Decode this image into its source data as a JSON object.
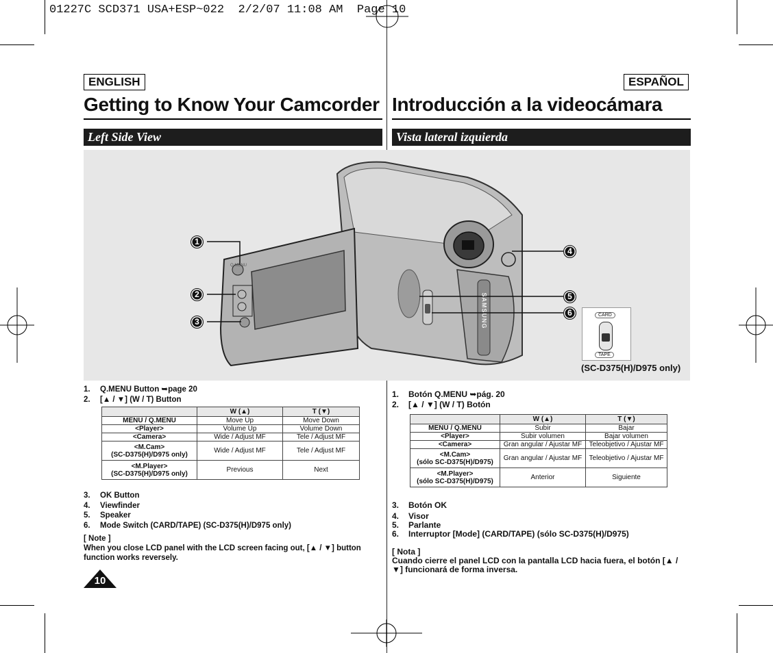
{
  "print_header": "01227C SCD371 USA+ESP~022  2/2/07 11:08 AM  Page 10",
  "lang_en": "ENGLISH",
  "lang_es": "ESPAÑOL",
  "title_en": "Getting to Know Your Camcorder",
  "title_es": "Introducción a la videocámara",
  "section_en": "Left Side View",
  "section_es": "Vista lateral izquierda",
  "figure": {
    "callouts": [
      "1",
      "2",
      "3",
      "4",
      "5",
      "6"
    ],
    "switch_card": "CARD",
    "switch_tape": "TAPE",
    "caption": "(SC-D375(H)/D975 only)",
    "lcd_menu_text": "Q.MENU",
    "brand_text": "SAMSUNG"
  },
  "en": {
    "items_top": [
      {
        "n": "1.",
        "t": "Q.MENU Button ➥page 20"
      },
      {
        "n": "2.",
        "t": "[▲ / ▼] (W / T) Button"
      }
    ],
    "table": {
      "headers": [
        "",
        "W (▲)",
        "T (▼)"
      ],
      "rows": [
        {
          "label": "MENU /  Q.MENU",
          "w": "Move Up",
          "t": "Move Down"
        },
        {
          "label": "<Player>",
          "w": "Volume Up",
          "t": "Volume Down"
        },
        {
          "label": "<Camera>",
          "w": "Wide / Adjust MF",
          "t": "Tele / Adjust MF"
        },
        {
          "label": "<M.Cam>",
          "label2": "(SC-D375(H)/D975 only)",
          "w": "Wide / Adjust MF",
          "t": "Tele / Adjust MF"
        },
        {
          "label": "<M.Player>",
          "label2": "(SC-D375(H)/D975 only)",
          "w": "Previous",
          "t": "Next"
        }
      ]
    },
    "items_bottom": [
      {
        "n": "3.",
        "t": "OK Button"
      },
      {
        "n": "4.",
        "t": "Viewfinder"
      },
      {
        "n": "5.",
        "t": "Speaker"
      },
      {
        "n": "6.",
        "t": "Mode Switch (CARD/TAPE) (SC-D375(H)/D975 only)"
      }
    ],
    "note_title": "[ Note ]",
    "note_text": "When you close LCD panel with the LCD screen facing out, [▲ / ▼] button function works reversely."
  },
  "es": {
    "items_top": [
      {
        "n": "1.",
        "t": "Botón Q.MENU ➥pág. 20"
      },
      {
        "n": "2.",
        "t": "[▲ / ▼] (W / T) Botón"
      }
    ],
    "table": {
      "headers": [
        "",
        "W (▲)",
        "T (▼)"
      ],
      "rows": [
        {
          "label": "MENU /  Q.MENU",
          "w": "Subir",
          "t": "Bajar"
        },
        {
          "label": "<Player>",
          "w": "Subir volumen",
          "t": "Bajar volumen"
        },
        {
          "label": "<Camera>",
          "w": "Gran angular / Ajustar MF",
          "t": "Teleobjetivo / Ajustar MF"
        },
        {
          "label": "<M.Cam>",
          "label2": "(sólo SC-D375(H)/D975)",
          "w": "Gran angular / Ajustar MF",
          "t": "Teleobjetivo / Ajustar MF"
        },
        {
          "label": "<M.Player>",
          "label2": "(sólo SC-D375(H)/D975)",
          "w": "Anterior",
          "t": "Siguiente"
        }
      ]
    },
    "items_bottom": [
      {
        "n": "3.",
        "t": "Botón OK"
      },
      {
        "n": "4.",
        "t": "Visor"
      },
      {
        "n": "5.",
        "t": "Parlante"
      },
      {
        "n": "6.",
        "t": "Interruptor [Mode] (CARD/TAPE) (sólo SC-D375(H)/D975)"
      }
    ],
    "note_title": "[ Nota ]",
    "note_text": "Cuando cierre el panel LCD con la pantalla LCD hacia fuera, el botón [▲ / ▼] funcionará de forma inversa."
  },
  "page_number": "10"
}
